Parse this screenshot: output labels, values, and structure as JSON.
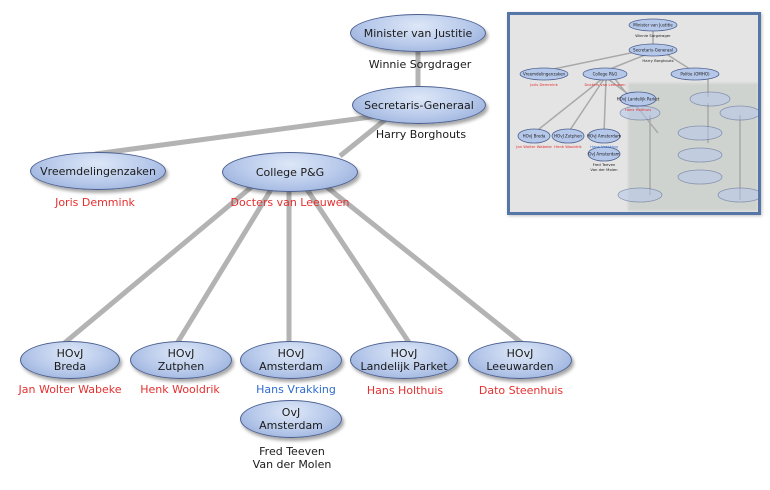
{
  "colors": {
    "connector": "#b3b3b3",
    "node_fill": "#b6c8ea",
    "node_border": "#4b5f8f",
    "person_black": "#1a1a1a",
    "person_red": "#e53030",
    "person_blue": "#2d6bd0",
    "inset_border": "#5776a8"
  },
  "nodes": {
    "minister": {
      "lines": [
        "Minister van Justitie"
      ],
      "person": [
        "Winnie Sorgdrager"
      ],
      "person_color": "black"
    },
    "secretaris": {
      "lines": [
        "Secretaris-Generaal"
      ],
      "person": [
        "Harry Borghouts"
      ],
      "person_color": "black"
    },
    "vreemdelingen": {
      "lines": [
        "Vreemdelingenzaken"
      ],
      "person": [
        "Joris Demmink"
      ],
      "person_color": "red"
    },
    "college": {
      "lines": [
        "College P&G"
      ],
      "person": [
        "Docters van Leeuwen"
      ],
      "person_color": "red"
    },
    "hovj_breda": {
      "lines": [
        "HOvJ",
        "Breda"
      ],
      "person": [
        "Jan Wolter Wabeke"
      ],
      "person_color": "red"
    },
    "hovj_zutphen": {
      "lines": [
        "HOvJ",
        "Zutphen"
      ],
      "person": [
        "Henk Wooldrik"
      ],
      "person_color": "red"
    },
    "hovj_amsterdam": {
      "lines": [
        "HOvJ",
        "Amsterdam"
      ],
      "person": [
        "Hans Vrakking"
      ],
      "person_color": "blue"
    },
    "hovj_landelijk": {
      "lines": [
        "HOvJ",
        "Landelijk Parket"
      ],
      "person": [
        "Hans Holthuis"
      ],
      "person_color": "red"
    },
    "hovj_leeuwarden": {
      "lines": [
        "HOvJ",
        "Leeuwarden"
      ],
      "person": [
        "Dato Steenhuis"
      ],
      "person_color": "red"
    },
    "ovj_amsterdam": {
      "lines": [
        "OvJ",
        "Amsterdam"
      ],
      "person": [
        "Fred Teeven",
        "Van der Molen"
      ],
      "person_color": "black"
    }
  },
  "inset": {
    "nodes": [
      {
        "label": "Minister van Justitie"
      },
      {
        "label": "Secretaris-Generaal"
      },
      {
        "label": "Vreemdelingenzaken"
      },
      {
        "label": "College P&G"
      },
      {
        "label": "Politie (OMHO)"
      },
      {
        "label": "HOvJ Landelijk Parket"
      },
      {
        "label": "HOvJ Breda"
      },
      {
        "label": "HOvJ Zutphen"
      },
      {
        "label": "HOvJ Amsterdam"
      },
      {
        "label": "OvJ Amsterdam"
      }
    ]
  }
}
